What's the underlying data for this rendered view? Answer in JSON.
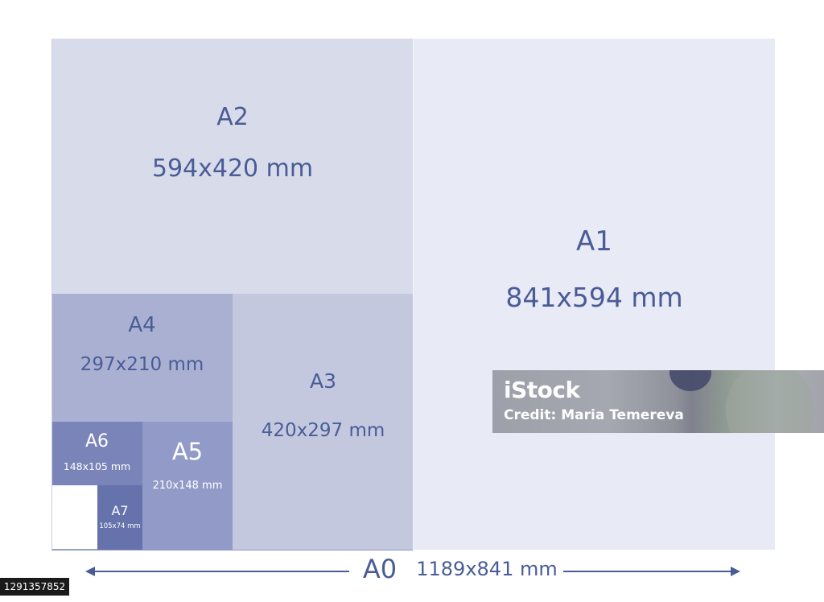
{
  "sheets": {
    "a1": {
      "name": "A1",
      "dimensions": "841x594 mm"
    },
    "a2": {
      "name": "A2",
      "dimensions": "594x420 mm"
    },
    "a3": {
      "name": "A3",
      "dimensions": "420x297 mm"
    },
    "a4": {
      "name": "A4",
      "dimensions": "297x210 mm"
    },
    "a5": {
      "name": "A5",
      "dimensions": "210x148 mm"
    },
    "a6": {
      "name": "A6",
      "dimensions": "148x105 mm"
    },
    "a7": {
      "name": "A7",
      "dimensions": "105x74 mm"
    }
  },
  "a0": {
    "name": "A0",
    "dimensions": "1189x841 mm"
  },
  "watermark": {
    "logo": "iStock",
    "credit": "Credit: Maria Temereva"
  },
  "stock_id": "1291357852",
  "colors": {
    "text": "#4a5c97",
    "a1": "#e8ebf5",
    "a2": "#d8dcea",
    "a3": "#c3c8df",
    "a4": "#a9b0d2",
    "a5": "#929bc8",
    "a6": "#7a84b9",
    "a7": "#6572ab"
  }
}
